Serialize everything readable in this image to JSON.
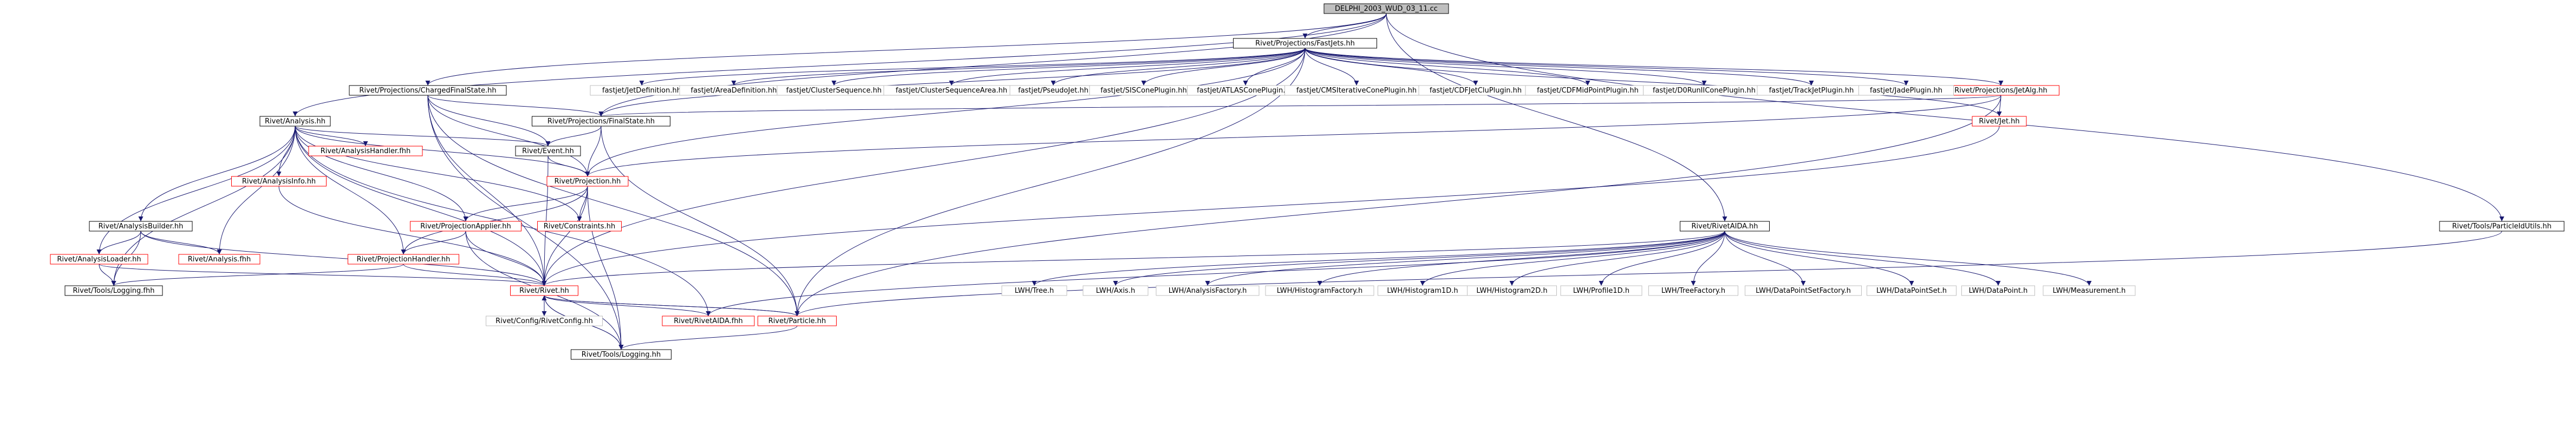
{
  "colors": {
    "edge": "#191970",
    "box_black": "#000000",
    "box_red": "#ff0000",
    "box_gray": "#bfbfbf",
    "root_fill": "#bfbfbf",
    "text": "#000000"
  },
  "nodes": [
    {
      "id": "root",
      "label": "DELPHI_2003_WUD_03_11.cc",
      "style": "root"
    },
    {
      "id": "fastjets",
      "label": "Rivet/Projections/FastJets.hh",
      "style": "black"
    },
    {
      "id": "cfs",
      "label": "Rivet/Projections/ChargedFinalState.hh",
      "style": "black"
    },
    {
      "id": "analysis",
      "label": "Rivet/Analysis.hh",
      "style": "black"
    },
    {
      "id": "finalstate",
      "label": "Rivet/Projections/FinalState.hh",
      "style": "black"
    },
    {
      "id": "event",
      "label": "Rivet/Event.hh",
      "style": "black"
    },
    {
      "id": "projection",
      "label": "Rivet/Projection.hh",
      "style": "red"
    },
    {
      "id": "analysishandler",
      "label": "Rivet/AnalysisHandler.fhh",
      "style": "red"
    },
    {
      "id": "analysisinfo",
      "label": "Rivet/AnalysisInfo.hh",
      "style": "red"
    },
    {
      "id": "projapplier",
      "label": "Rivet/ProjectionApplier.hh",
      "style": "red"
    },
    {
      "id": "constraints",
      "label": "Rivet/Constraints.hh",
      "style": "red"
    },
    {
      "id": "projhandler",
      "label": "Rivet/ProjectionHandler.hh",
      "style": "red"
    },
    {
      "id": "analysisbuilder",
      "label": "Rivet/AnalysisBuilder.hh",
      "style": "black"
    },
    {
      "id": "analysisloader",
      "label": "Rivet/AnalysisLoader.hh",
      "style": "red"
    },
    {
      "id": "analysisfhh",
      "label": "Rivet/Analysis.fhh",
      "style": "red"
    },
    {
      "id": "toolslogging_fhh",
      "label": "Rivet/Tools/Logging.fhh",
      "style": "black"
    },
    {
      "id": "rivethh",
      "label": "Rivet/Rivet.hh",
      "style": "red"
    },
    {
      "id": "rivetconfig",
      "label": "Rivet/Config/RivetConfig.hh",
      "style": "gray"
    },
    {
      "id": "rivetaida_fhh",
      "label": "Rivet/RivetAIDA.fhh",
      "style": "red"
    },
    {
      "id": "particle",
      "label": "Rivet/Particle.hh",
      "style": "red"
    },
    {
      "id": "toolslogging_hh",
      "label": "Rivet/Tools/Logging.hh",
      "style": "black"
    },
    {
      "id": "jetalg",
      "label": "Rivet/Projections/JetAlg.hh",
      "style": "red"
    },
    {
      "id": "jet",
      "label": "Rivet/Jet.hh",
      "style": "red"
    },
    {
      "id": "particleidutils",
      "label": "Rivet/Tools/ParticleIdUtils.hh",
      "style": "black"
    },
    {
      "id": "rivetaida_hh",
      "label": "Rivet/RivetAIDA.hh",
      "style": "black"
    },
    {
      "id": "fj_jetdef",
      "label": "fastjet/JetDefinition.hh",
      "style": "gray"
    },
    {
      "id": "fj_areadef",
      "label": "fastjet/AreaDefinition.hh",
      "style": "gray"
    },
    {
      "id": "fj_clusterseq",
      "label": "fastjet/ClusterSequence.hh",
      "style": "gray"
    },
    {
      "id": "fj_clusterseqarea",
      "label": "fastjet/ClusterSequenceArea.hh",
      "style": "gray"
    },
    {
      "id": "fj_pseudojet",
      "label": "fastjet/PseudoJet.hh",
      "style": "gray"
    },
    {
      "id": "fj_siscone",
      "label": "fastjet/SISConePlugin.hh",
      "style": "gray"
    },
    {
      "id": "fj_atlascone",
      "label": "fastjet/ATLASConePlugin.hh",
      "style": "gray"
    },
    {
      "id": "fj_cmsiter",
      "label": "fastjet/CMSIterativeConePlugin.hh",
      "style": "gray"
    },
    {
      "id": "fj_cdfjetclu",
      "label": "fastjet/CDFJetCluPlugin.hh",
      "style": "gray"
    },
    {
      "id": "fj_cdfmidpoint",
      "label": "fastjet/CDFMidPointPlugin.hh",
      "style": "gray"
    },
    {
      "id": "fj_d0runii",
      "label": "fastjet/D0RunIIConePlugin.hh",
      "style": "gray"
    },
    {
      "id": "fj_trackjet",
      "label": "fastjet/TrackJetPlugin.hh",
      "style": "gray"
    },
    {
      "id": "fj_jade",
      "label": "fastjet/JadePlugin.hh",
      "style": "gray"
    },
    {
      "id": "lwh_tree",
      "label": "LWH/Tree.h",
      "style": "gray"
    },
    {
      "id": "lwh_axis",
      "label": "LWH/Axis.h",
      "style": "gray"
    },
    {
      "id": "lwh_anfactory",
      "label": "LWH/AnalysisFactory.h",
      "style": "gray"
    },
    {
      "id": "lwh_histfactory",
      "label": "LWH/HistogramFactory.h",
      "style": "gray"
    },
    {
      "id": "lwh_hist1d",
      "label": "LWH/Histogram1D.h",
      "style": "gray"
    },
    {
      "id": "lwh_hist2d",
      "label": "LWH/Histogram2D.h",
      "style": "gray"
    },
    {
      "id": "lwh_profile1d",
      "label": "LWH/Profile1D.h",
      "style": "gray"
    },
    {
      "id": "lwh_treefactory",
      "label": "LWH/TreeFactory.h",
      "style": "gray"
    },
    {
      "id": "lwh_dpsfactory",
      "label": "LWH/DataPointSetFactory.h",
      "style": "gray"
    },
    {
      "id": "lwh_dps",
      "label": "LWH/DataPointSet.h",
      "style": "gray"
    },
    {
      "id": "lwh_dp",
      "label": "LWH/DataPoint.h",
      "style": "gray"
    },
    {
      "id": "lwh_measurement",
      "label": "LWH/Measurement.h",
      "style": "gray"
    }
  ],
  "edges": [
    [
      "root",
      "fastjets"
    ],
    [
      "root",
      "cfs"
    ],
    [
      "root",
      "analysis"
    ],
    [
      "root",
      "finalstate"
    ],
    [
      "root",
      "rivetaida_hh"
    ],
    [
      "root",
      "particleidutils"
    ],
    [
      "fastjets",
      "fj_jetdef"
    ],
    [
      "fastjets",
      "fj_areadef"
    ],
    [
      "fastjets",
      "fj_clusterseq"
    ],
    [
      "fastjets",
      "fj_clusterseqarea"
    ],
    [
      "fastjets",
      "fj_pseudojet"
    ],
    [
      "fastjets",
      "fj_siscone"
    ],
    [
      "fastjets",
      "fj_atlascone"
    ],
    [
      "fastjets",
      "fj_cmsiter"
    ],
    [
      "fastjets",
      "fj_cdfjetclu"
    ],
    [
      "fastjets",
      "fj_cdfmidpoint"
    ],
    [
      "fastjets",
      "fj_d0runii"
    ],
    [
      "fastjets",
      "fj_trackjet"
    ],
    [
      "fastjets",
      "fj_jade"
    ],
    [
      "fastjets",
      "jetalg"
    ],
    [
      "fastjets",
      "jet"
    ],
    [
      "fastjets",
      "finalstate"
    ],
    [
      "fastjets",
      "projection"
    ],
    [
      "fastjets",
      "particle"
    ],
    [
      "fastjets",
      "rivethh"
    ],
    [
      "cfs",
      "finalstate"
    ],
    [
      "cfs",
      "event"
    ],
    [
      "cfs",
      "projection"
    ],
    [
      "cfs",
      "particle"
    ],
    [
      "cfs",
      "rivethh"
    ],
    [
      "cfs",
      "toolslogging_hh"
    ],
    [
      "analysis",
      "event"
    ],
    [
      "analysis",
      "projection"
    ],
    [
      "analysis",
      "analysishandler"
    ],
    [
      "analysis",
      "analysisinfo"
    ],
    [
      "analysis",
      "projapplier"
    ],
    [
      "analysis",
      "constraints"
    ],
    [
      "analysis",
      "projhandler"
    ],
    [
      "analysis",
      "analysisbuilder"
    ],
    [
      "analysis",
      "analysisloader"
    ],
    [
      "analysis",
      "analysisfhh"
    ],
    [
      "analysis",
      "toolslogging_fhh"
    ],
    [
      "analysis",
      "rivethh"
    ],
    [
      "analysis",
      "rivetaida_fhh"
    ],
    [
      "finalstate",
      "event"
    ],
    [
      "finalstate",
      "projection"
    ],
    [
      "finalstate",
      "particle"
    ],
    [
      "event",
      "projection"
    ],
    [
      "event",
      "rivethh"
    ],
    [
      "projection",
      "projapplier"
    ],
    [
      "projection",
      "constraints"
    ],
    [
      "projection",
      "projhandler"
    ],
    [
      "projection",
      "rivethh"
    ],
    [
      "projection",
      "toolslogging_hh"
    ],
    [
      "analysisinfo",
      "rivethh"
    ],
    [
      "projapplier",
      "projhandler"
    ],
    [
      "projapplier",
      "rivethh"
    ],
    [
      "projapplier",
      "toolslogging_hh"
    ],
    [
      "projhandler",
      "rivethh"
    ],
    [
      "projhandler",
      "toolslogging_fhh"
    ],
    [
      "analysisbuilder",
      "analysisloader"
    ],
    [
      "analysisbuilder",
      "analysisfhh"
    ],
    [
      "analysisbuilder",
      "toolslogging_fhh"
    ],
    [
      "analysisbuilder",
      "rivethh"
    ],
    [
      "analysisloader",
      "toolslogging_fhh"
    ],
    [
      "analysisloader",
      "rivethh"
    ],
    [
      "rivethh",
      "rivetconfig"
    ],
    [
      "rivethh",
      "rivetaida_fhh"
    ],
    [
      "rivethh",
      "particle"
    ],
    [
      "rivethh",
      "toolslogging_hh"
    ],
    [
      "particle",
      "rivethh"
    ],
    [
      "particle",
      "toolslogging_hh"
    ],
    [
      "toolslogging_hh",
      "rivethh"
    ],
    [
      "jetalg",
      "jet"
    ],
    [
      "jetalg",
      "finalstate"
    ],
    [
      "jetalg",
      "projection"
    ],
    [
      "jetalg",
      "particle"
    ],
    [
      "jet",
      "rivethh"
    ],
    [
      "particleidutils",
      "particle"
    ],
    [
      "rivetaida_hh",
      "lwh_tree"
    ],
    [
      "rivetaida_hh",
      "lwh_axis"
    ],
    [
      "rivetaida_hh",
      "lwh_anfactory"
    ],
    [
      "rivetaida_hh",
      "lwh_histfactory"
    ],
    [
      "rivetaida_hh",
      "lwh_hist1d"
    ],
    [
      "rivetaida_hh",
      "lwh_hist2d"
    ],
    [
      "rivetaida_hh",
      "lwh_profile1d"
    ],
    [
      "rivetaida_hh",
      "lwh_treefactory"
    ],
    [
      "rivetaida_hh",
      "lwh_dpsfactory"
    ],
    [
      "rivetaida_hh",
      "lwh_dps"
    ],
    [
      "rivetaida_hh",
      "lwh_dp"
    ],
    [
      "rivetaida_hh",
      "lwh_measurement"
    ],
    [
      "rivetaida_hh",
      "rivethh"
    ],
    [
      "rivetaida_hh",
      "rivetaida_fhh"
    ]
  ]
}
